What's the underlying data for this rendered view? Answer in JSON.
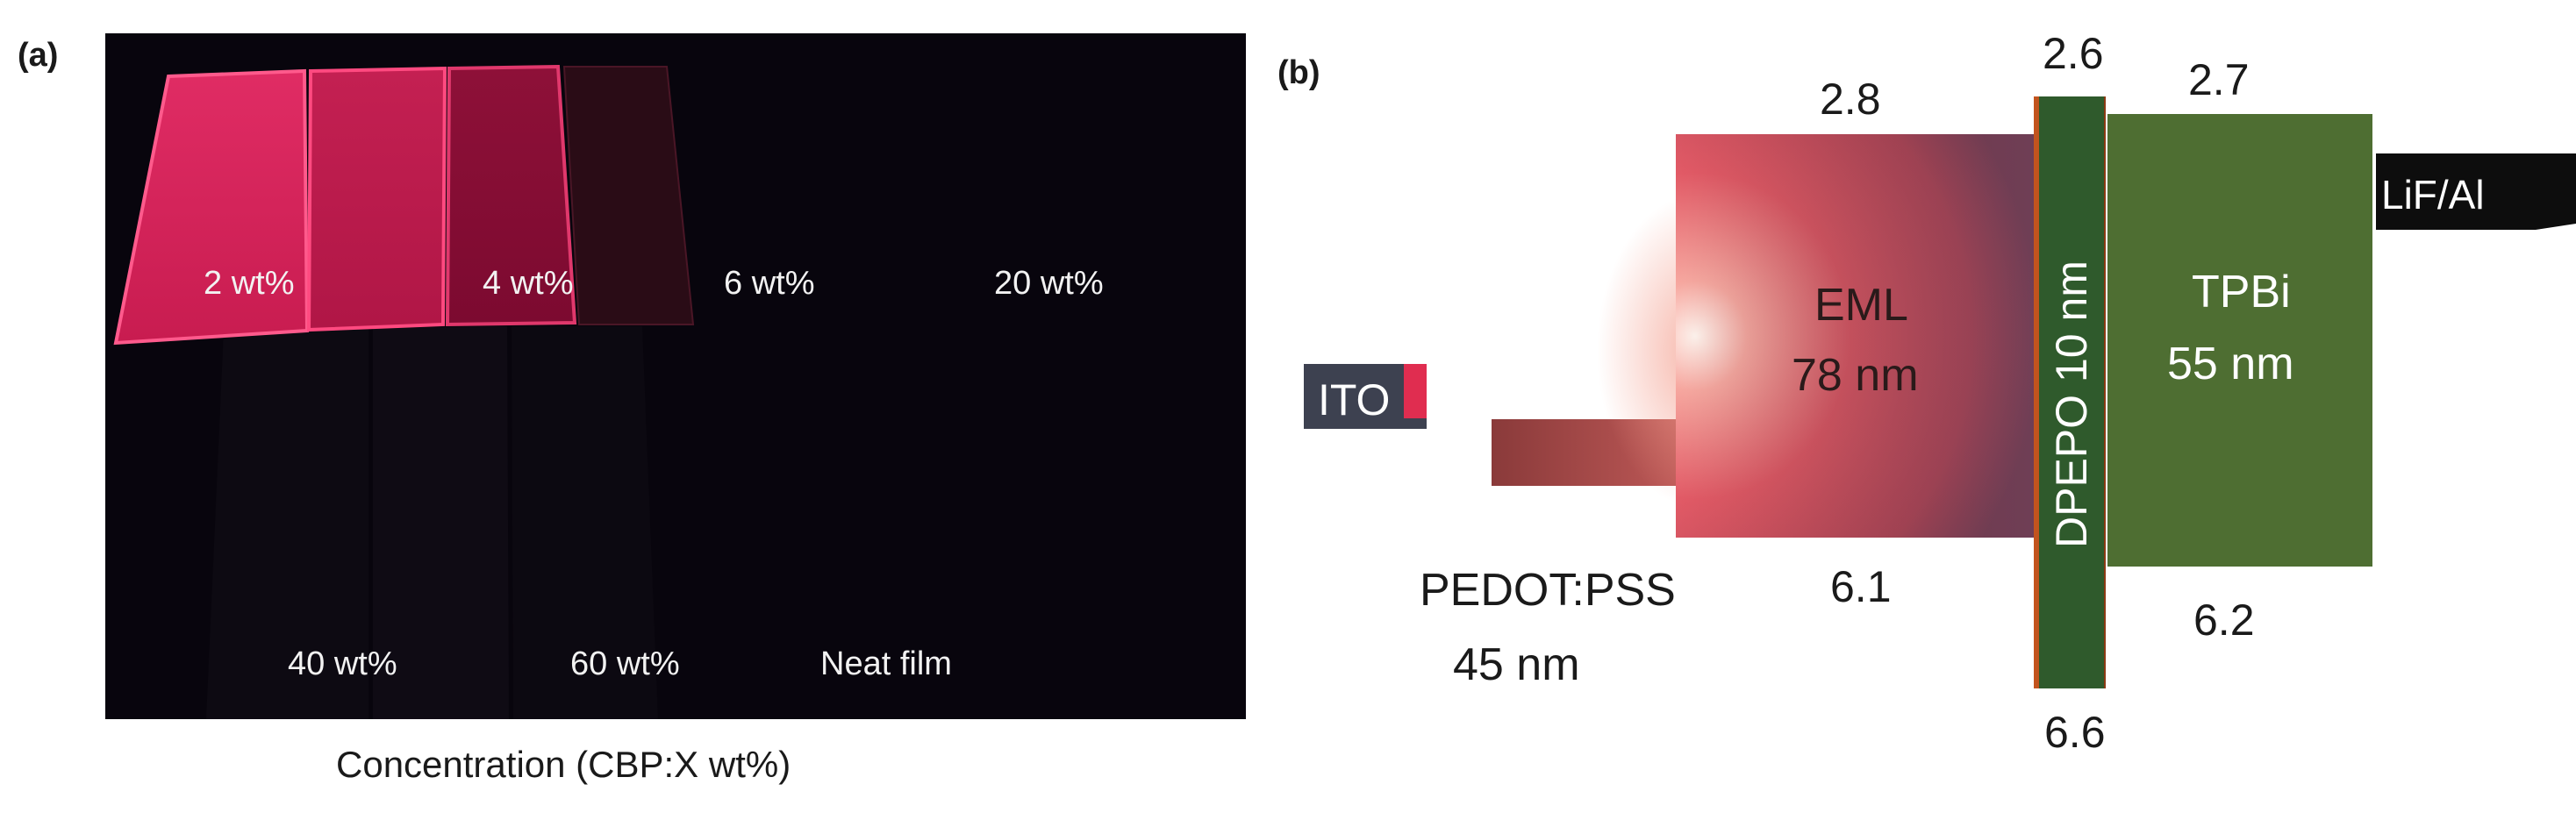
{
  "panel_a": {
    "label": "(a)",
    "films_top": [
      "2 wt%",
      "4 wt%",
      "6 wt%",
      "20 wt%"
    ],
    "films_bottom": [
      "40 wt%",
      "60 wt%",
      "Neat film"
    ],
    "caption": "Concentration (CBP:X wt%)",
    "colors": {
      "background": "#08050d",
      "emission": "#e8285c"
    }
  },
  "panel_b": {
    "label": "(b)",
    "layers": {
      "ito": {
        "name": "ITO"
      },
      "pedot": {
        "name": "PEDOT:PSS",
        "thickness": "45 nm"
      },
      "eml": {
        "name": "EML",
        "thickness": "78 nm",
        "lumo": "2.8",
        "homo": "6.1"
      },
      "dpepo": {
        "name": "DPEPO 10 nm",
        "lumo": "2.6",
        "homo": "6.6"
      },
      "tpbi": {
        "name": "TPBi",
        "thickness": "55 nm",
        "lumo": "2.7",
        "homo": "6.2"
      },
      "cathode": {
        "name": "LiF/Al"
      }
    },
    "colors": {
      "ito": "#3d4150",
      "pedot": "#9a3c40",
      "eml": "#e14e5a",
      "dpepo": "#2f5a2c",
      "tpbi": "#4e6e32",
      "cathode": "#0d0d0d"
    }
  }
}
